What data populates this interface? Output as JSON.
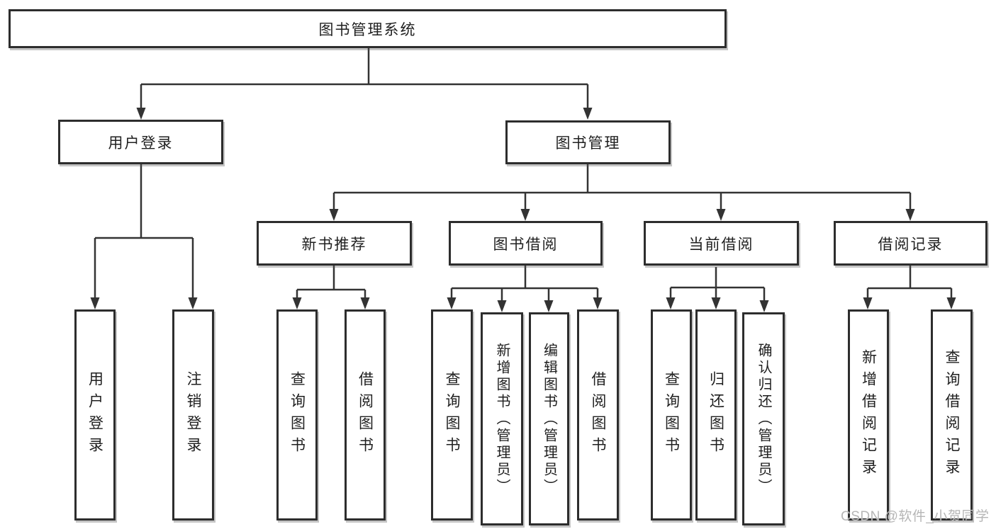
{
  "diagram_title": "图书管理系统",
  "tree": {
    "root": {
      "label": "图书管理系统",
      "children": [
        {
          "label": "用户登录",
          "children": [
            {
              "label": "用户登录"
            },
            {
              "label": "注销登录"
            }
          ]
        },
        {
          "label": "图书管理",
          "children": [
            {
              "label": "新书推荐",
              "children": [
                {
                  "label": "查询图书"
                },
                {
                  "label": "借阅图书"
                }
              ]
            },
            {
              "label": "图书借阅",
              "children": [
                {
                  "label": "查询图书"
                },
                {
                  "label": "新增图书（管理员）"
                },
                {
                  "label": "编辑图书（管理员）"
                },
                {
                  "label": "借阅图书"
                }
              ]
            },
            {
              "label": "当前借阅",
              "children": [
                {
                  "label": "查询图书"
                },
                {
                  "label": "归还图书"
                },
                {
                  "label": "确认归还（管理员）"
                }
              ]
            },
            {
              "label": "借阅记录",
              "children": [
                {
                  "label": "新增借阅记录"
                },
                {
                  "label": "查询借阅记录"
                }
              ]
            }
          ]
        }
      ]
    }
  },
  "watermark": {
    "text": "CSDN @软件_小贺同学",
    "color": "#b6b6b6"
  },
  "colors": {
    "background": "#ffffff",
    "line": "#333333",
    "box_border": "#2d2d2d",
    "text": "#1f1f1f"
  }
}
